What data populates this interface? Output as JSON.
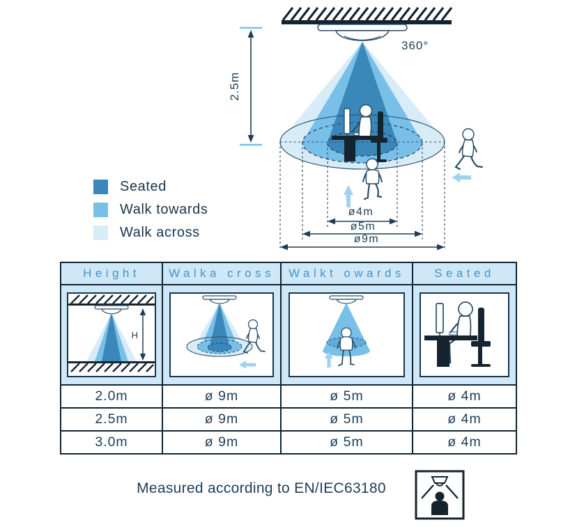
{
  "colors": {
    "ink": "#15232e",
    "line_navy": "#1d3c55",
    "outline_navy": "#2a4d66",
    "header_text": "#4a92c6",
    "table_cell_bg": "#cfe8f7",
    "table_border": "#0e2433",
    "seated": "#3a87ba",
    "walk_towards": "#79c0e8",
    "walk_across": "#d8ecf8",
    "motion_arrow": "#9fd2ef"
  },
  "top_diagram": {
    "angle_label": "360°",
    "mount_height_label": "2.5m",
    "diameter_inner": "ø4m",
    "diameter_middle": "ø5m",
    "diameter_outer": "ø9m"
  },
  "legend": {
    "items": [
      {
        "label": "Seated",
        "color": "#3a87ba"
      },
      {
        "label": "Walk towards",
        "color": "#79c0e8"
      },
      {
        "label": "Walk across",
        "color": "#d8ecf8"
      }
    ]
  },
  "table": {
    "headers": [
      "Height",
      "Walka cross",
      "Walkt owards",
      "Seated"
    ],
    "height_arrow_label": "H",
    "rows": [
      {
        "height": "2.0m",
        "walk_across": "ø 9m",
        "walk_towards": "ø 5m",
        "seated": "ø 4m"
      },
      {
        "height": "2.5m",
        "walk_across": "ø 9m",
        "walk_towards": "ø 5m",
        "seated": "ø 4m"
      },
      {
        "height": "3.0m",
        "walk_across": "ø 9m",
        "walk_towards": "ø 5m",
        "seated": "ø 4m"
      }
    ]
  },
  "footer": {
    "note": "Measured according to EN/IEC63180"
  }
}
